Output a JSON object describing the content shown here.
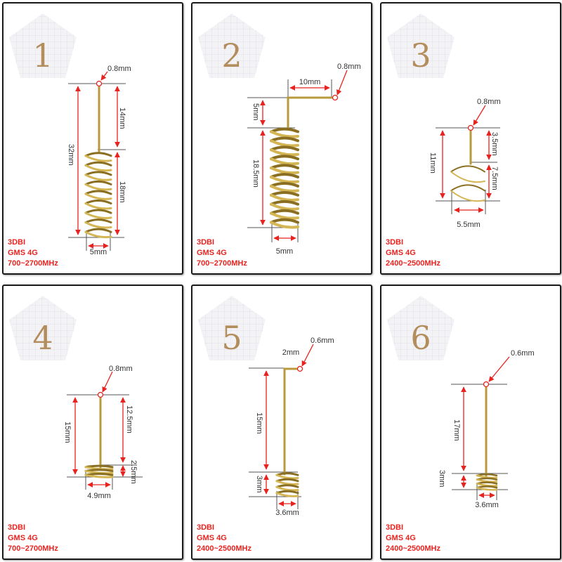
{
  "panels": [
    {
      "number": "1",
      "tip": "0.8mm",
      "dims": [
        "32mm",
        "14mm",
        "18mm",
        "5mm"
      ],
      "specs": [
        "3DBI",
        "GMS 4G",
        "700~2700MHz"
      ]
    },
    {
      "number": "2",
      "tip": "0.8mm",
      "dims": [
        "10mm",
        "5mm",
        "18.5mm",
        "5mm"
      ],
      "specs": [
        "3DBI",
        "GMS 4G",
        "700~2700MHz"
      ]
    },
    {
      "number": "3",
      "tip": "0.8mm",
      "dims": [
        "11mm",
        "3.5mm",
        "7.5mm",
        "5.5mm"
      ],
      "specs": [
        "3DBI",
        "GMS 4G",
        "2400~2500MHz"
      ]
    },
    {
      "number": "4",
      "tip": "0.8mm",
      "dims": [
        "15mm",
        "12.5mm",
        "2.5mm",
        "4.9mm"
      ],
      "specs": [
        "3DBI",
        "GMS 4G",
        "700~2700MHz"
      ]
    },
    {
      "number": "5",
      "tip": "0.6mm",
      "dims": [
        "2mm",
        "15mm",
        "3mm",
        "3.6mm"
      ],
      "specs": [
        "3DBI",
        "GMS 4G",
        "2400~2500MHz"
      ]
    },
    {
      "number": "6",
      "tip": "0.6mm",
      "dims": [
        "17mm",
        "3mm",
        "3.6mm"
      ],
      "specs": [
        "3DBI",
        "GMS 4G",
        "2400~2500MHz"
      ]
    }
  ],
  "colors": {
    "accent": "#e8231f",
    "wire": "#b89a3c",
    "number": "#b48d5d"
  }
}
